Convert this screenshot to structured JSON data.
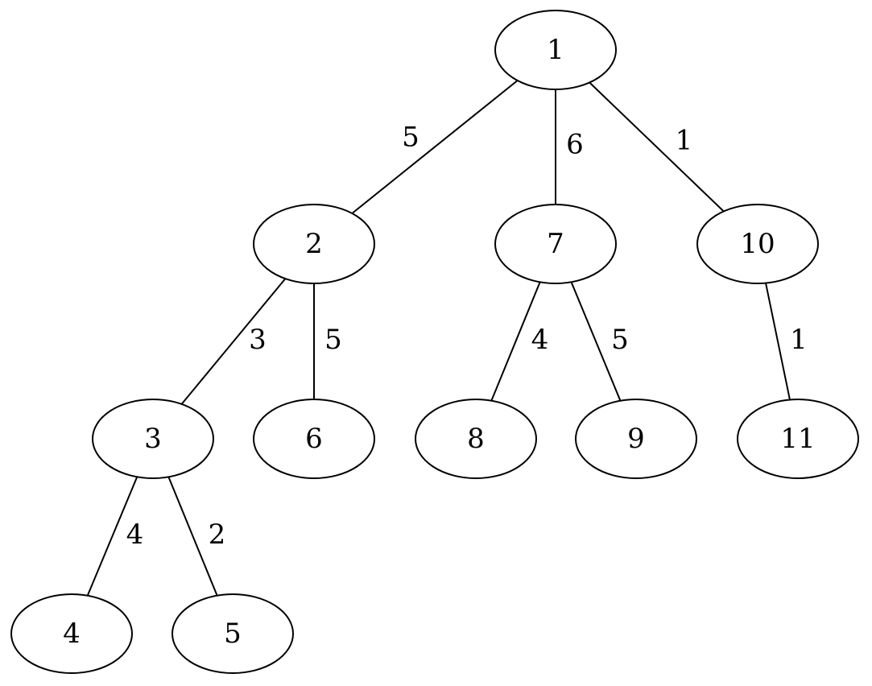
{
  "tree": {
    "nodes": [
      {
        "id": "1",
        "label": "1"
      },
      {
        "id": "2",
        "label": "2"
      },
      {
        "id": "7",
        "label": "7"
      },
      {
        "id": "10",
        "label": "10"
      },
      {
        "id": "3",
        "label": "3"
      },
      {
        "id": "6",
        "label": "6"
      },
      {
        "id": "8",
        "label": "8"
      },
      {
        "id": "9",
        "label": "9"
      },
      {
        "id": "11",
        "label": "11"
      },
      {
        "id": "4",
        "label": "4"
      },
      {
        "id": "5",
        "label": "5"
      }
    ],
    "edges": [
      {
        "from": "1",
        "to": "2",
        "weight": "5"
      },
      {
        "from": "1",
        "to": "7",
        "weight": "6"
      },
      {
        "from": "1",
        "to": "10",
        "weight": "1"
      },
      {
        "from": "2",
        "to": "3",
        "weight": "3"
      },
      {
        "from": "2",
        "to": "6",
        "weight": "5"
      },
      {
        "from": "7",
        "to": "8",
        "weight": "4"
      },
      {
        "from": "7",
        "to": "9",
        "weight": "5"
      },
      {
        "from": "10",
        "to": "11",
        "weight": "1"
      },
      {
        "from": "3",
        "to": "4",
        "weight": "4"
      },
      {
        "from": "3",
        "to": "5",
        "weight": "2"
      }
    ]
  }
}
